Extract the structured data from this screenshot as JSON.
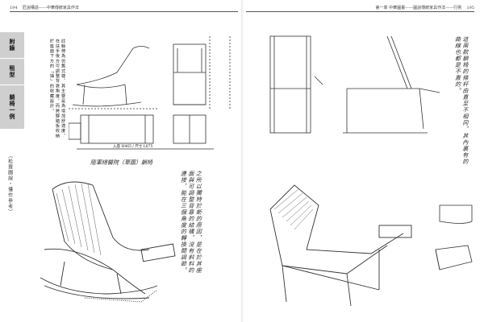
{
  "header": {
    "left_page_no": "194",
    "left_title": "匠說構造——中華傳統家具作法",
    "right_title": "第一章 中華圖畫——圖說傳統家具作法——行例",
    "right_page_no": "195"
  },
  "side_tab": {
    "items": [
      "附錄",
      "租型",
      "躺椅一例"
    ]
  },
  "bracket_label": "（松齋圖說‧僅作參考）",
  "caption_top": "此躺椅為仿舊式樣，其主要是為增加舒適度，在扶手後方可調整背靠角度，而將腳踏板收納於座面下方的「抽」的收藏設計。",
  "dimension_label": "入座 H465 / 尺寸 L875",
  "handwritten": {
    "left_mid_title": "陸軍總醫院（草圖）躺椅",
    "left_mid_body": "之所以獨特於斯的原因，是在於其座面與可調整背靠的結構，沒有斜料的連接，能在三個角度的轉換間調節。",
    "right_top": "這兩款躺椅的條杆由直至不相同，其內裏有的曲線也都是不直的。"
  },
  "icons": {
    "chair_rocking": "rocking-chair-sketch",
    "chair_deck": "deck-chair-sketch"
  }
}
